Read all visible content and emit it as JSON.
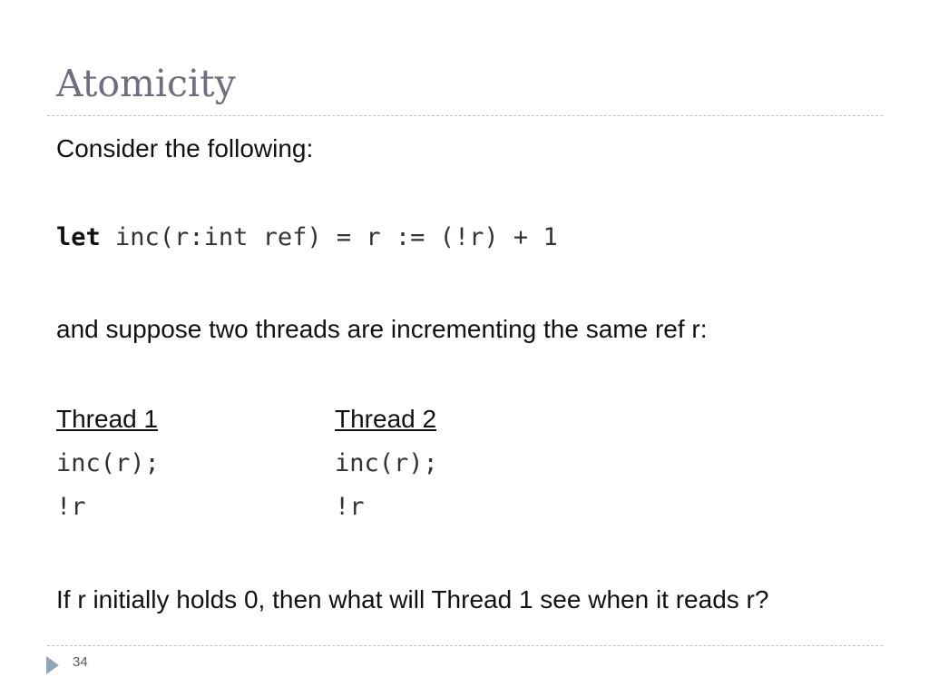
{
  "slide": {
    "title": "Atomicity",
    "intro": "Consider the following:",
    "code": {
      "keyword": "let",
      "rest": " inc(r:int ref) = r := (!r) + 1"
    },
    "suppose": "and suppose two threads are incrementing the same ref r:",
    "threads": [
      {
        "heading": "Thread 1",
        "call": "inc(r);",
        "read": "!r"
      },
      {
        "heading": "Thread 2",
        "call": "inc(r);",
        "read": "!r"
      }
    ],
    "question": "If r initially holds 0, then what will Thread 1 see when it reads r?",
    "page_number": "34"
  },
  "colors": {
    "title": "#6b6f7e",
    "rule": "#b9c3cc",
    "footer_arrow": "#8fa6bd"
  }
}
